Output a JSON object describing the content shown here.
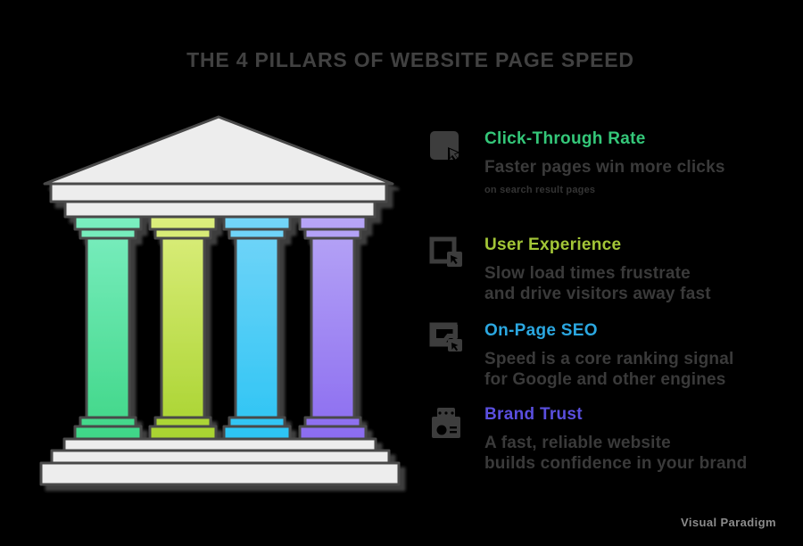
{
  "background_color": "#000000",
  "title": {
    "text": "THE 4 PILLARS OF WEBSITE PAGE SPEED",
    "color": "#414141"
  },
  "temple": {
    "stone_color": "#ededed",
    "outline_color": "#4a4a4a",
    "shadow_color": "#3c3c3c",
    "columns": [
      {
        "name": "green-column",
        "top_color": "#7beec0",
        "bottom_color": "#3fd687"
      },
      {
        "name": "lime-column",
        "top_color": "#dcee7d",
        "bottom_color": "#a8d32f"
      },
      {
        "name": "cyan-column",
        "top_color": "#74d5f8",
        "bottom_color": "#2cc4f4"
      },
      {
        "name": "purple-column",
        "top_color": "#b7a6f6",
        "bottom_color": "#8b6cf0"
      }
    ]
  },
  "icon_color": "#3d3d3d",
  "items": [
    {
      "icon": "click-cursor-icon",
      "heading": "Click-Through Rate",
      "heading_color": "#34c779",
      "line1": "Faster pages win more clicks",
      "line2": "",
      "note": "on search result pages"
    },
    {
      "icon": "browser-cursor-icon",
      "heading": "User Experience",
      "heading_color": "#a3c637",
      "line1": "Slow load times frustrate",
      "line2": "and drive visitors away fast",
      "note": ""
    },
    {
      "icon": "page-cursor-icon",
      "heading": "On-Page SEO",
      "heading_color": "#2ba7e0",
      "line1": "Speed is a core ranking signal",
      "line2": "for Google and other engines",
      "note": ""
    },
    {
      "icon": "trust-badge-icon",
      "heading": "Brand Trust",
      "heading_color": "#5a4fdf",
      "line1": "A fast, reliable website",
      "line2": "builds confidence in your brand",
      "note": ""
    }
  ],
  "watermark": {
    "text": "Visual Paradigm"
  }
}
